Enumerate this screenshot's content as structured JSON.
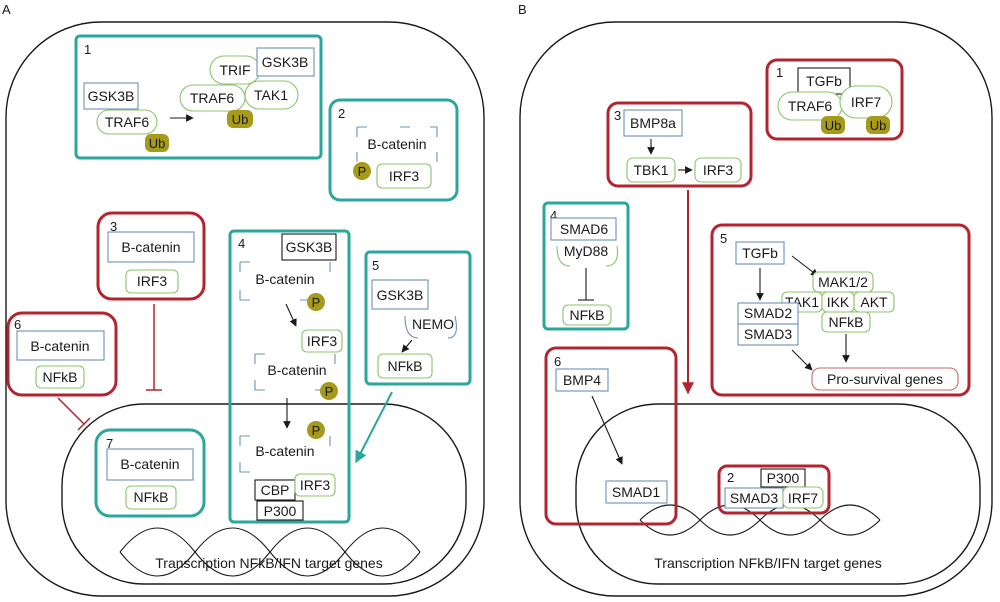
{
  "panels": {
    "a": "A",
    "b": "B"
  },
  "colors": {
    "inhibition": "#b3242f",
    "activation": "#2aa79b",
    "ubiquitin": "#a59a1c"
  },
  "a": {
    "b1": {
      "num": "1",
      "gsk3b_a": "GSK3B",
      "traf6_a": "TRAF6",
      "ub_a": "Ub",
      "trif": "TRIF",
      "gsk3b_b": "GSK3B",
      "traf6_b": "TRAF6",
      "tak1": "TAK1",
      "ub_b": "Ub"
    },
    "b2": {
      "num": "2",
      "bcat": "B-catenin",
      "p": "P",
      "irf3": "IRF3"
    },
    "b3": {
      "num": "3",
      "bcat": "B-catenin",
      "irf3": "IRF3"
    },
    "b4": {
      "num": "4",
      "gsk3b": "GSK3B",
      "bcat1": "B-catenin",
      "p1": "P",
      "irf3_1": "IRF3",
      "bcat2": "B-catenin",
      "p2": "P",
      "bcat3": "B-catenin",
      "p3": "P",
      "irf3_2": "IRF3",
      "cbp": "CBP",
      "p300": "P300"
    },
    "b5": {
      "num": "5",
      "gsk3b": "GSK3B",
      "nemo": "NEMO",
      "nfkb": "NFkB"
    },
    "b6": {
      "num": "6",
      "bcat": "B-catenin",
      "nfkb": "NFkB"
    },
    "b7": {
      "num": "7",
      "bcat": "B-catenin",
      "nfkb": "NFkB"
    },
    "footer": "Transcription NFkB/IFN target genes"
  },
  "b": {
    "b1": {
      "num": "1",
      "tgfb": "TGFb",
      "traf6": "TRAF6",
      "irf7": "IRF7",
      "ub1": "Ub",
      "ub2": "Ub"
    },
    "b2": {
      "num": "2",
      "p300": "P300",
      "smad3": "SMAD3",
      "irf7": "IRF7"
    },
    "b3": {
      "num": "3",
      "bmp8a": "BMP8a",
      "tbk1": "TBK1",
      "irf3": "IRF3"
    },
    "b4": {
      "num": "4",
      "smad6": "SMAD6",
      "myd88": "MyD88",
      "nfkb": "NFkB"
    },
    "b5": {
      "num": "5",
      "tgfb": "TGFb",
      "mak": "MAK1/2",
      "tak1": "TAK1",
      "ikk": "IKK",
      "akt": "AKT",
      "nfkb": "NFkB",
      "smad2": "SMAD2",
      "smad3": "SMAD3",
      "prosurv": "Pro-survival genes"
    },
    "b6": {
      "num": "6",
      "bmp4": "BMP4",
      "smad1": "SMAD1"
    },
    "footer": "Transcription NFkB/IFN target genes"
  }
}
